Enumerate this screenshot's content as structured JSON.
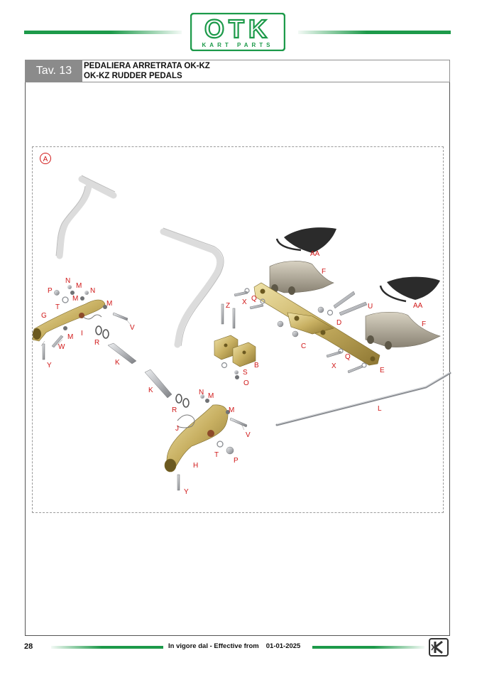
{
  "brand": {
    "name": "OTK",
    "sub": "KART PARTS",
    "color": "#1d9a4a"
  },
  "table": {
    "tag": "Tav. 13",
    "title_it": "PEDALIERA ARRETRATA OK-KZ",
    "title_en": "OK-KZ RUDDER PEDALS"
  },
  "section_marker": "A",
  "part_labels": [
    "AA",
    "F",
    "AA",
    "F",
    "P",
    "N",
    "M",
    "N",
    "M",
    "G",
    "T",
    "M",
    "I",
    "V",
    "M",
    "W",
    "R",
    "K",
    "Y",
    "Z",
    "X",
    "Q",
    "D",
    "U",
    "C",
    "B",
    "S",
    "O",
    "X",
    "Q",
    "E",
    "K",
    "N",
    "M",
    "R",
    "J",
    "M",
    "V",
    "T",
    "P",
    "H",
    "Y",
    "L"
  ],
  "footer": {
    "page": "28",
    "label": "In vigore dal - Effective from",
    "date": "01-01-2025"
  },
  "colors": {
    "label": "#d01818",
    "gold": "#c8b062",
    "silver": "#b7b9bd",
    "pad": "#2b2b2b"
  }
}
